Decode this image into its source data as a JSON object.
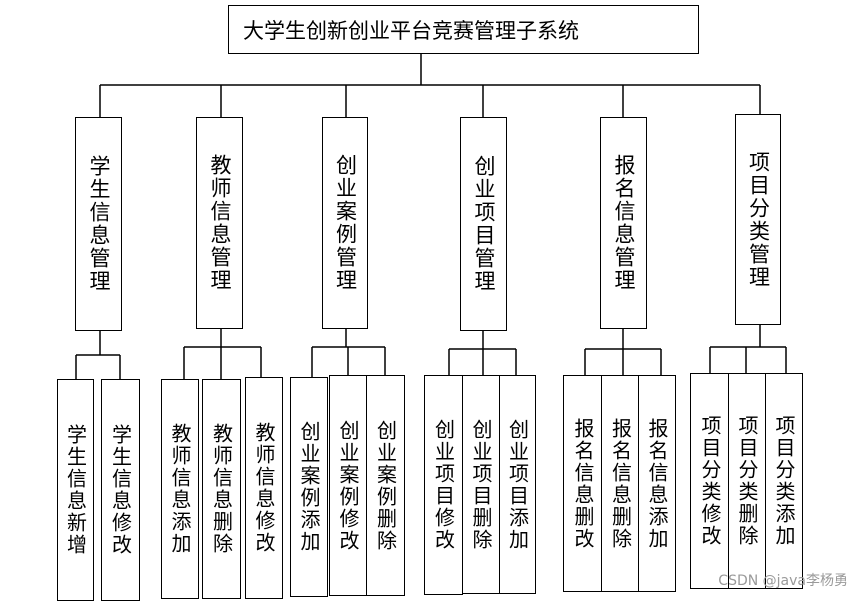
{
  "root": {
    "title": "大学生创新创业平台竞赛管理子系统"
  },
  "modules": [
    {
      "label": "学生信息管理",
      "children": [
        "学生信息新增",
        "学生信息修改"
      ]
    },
    {
      "label": "教师信息管理",
      "children": [
        "教师信息添加",
        "教师信息删除",
        "教师信息修改"
      ]
    },
    {
      "label": "创业案例管理",
      "children": [
        "创业案例添加",
        "创业案例修改",
        "创业案例删除"
      ]
    },
    {
      "label": "创业项目管理",
      "children": [
        "创业项目修改",
        "创业项目删除",
        "创业项目添加"
      ]
    },
    {
      "label": "报名信息管理",
      "children": [
        "报名信息删改",
        "报名信息删除",
        "报名信息添加"
      ]
    },
    {
      "label": "项目分类管理",
      "children": [
        "项目分类修改",
        "项目分类删除",
        "项目分类添加"
      ]
    }
  ],
  "watermark": "CSDN @java李杨勇"
}
